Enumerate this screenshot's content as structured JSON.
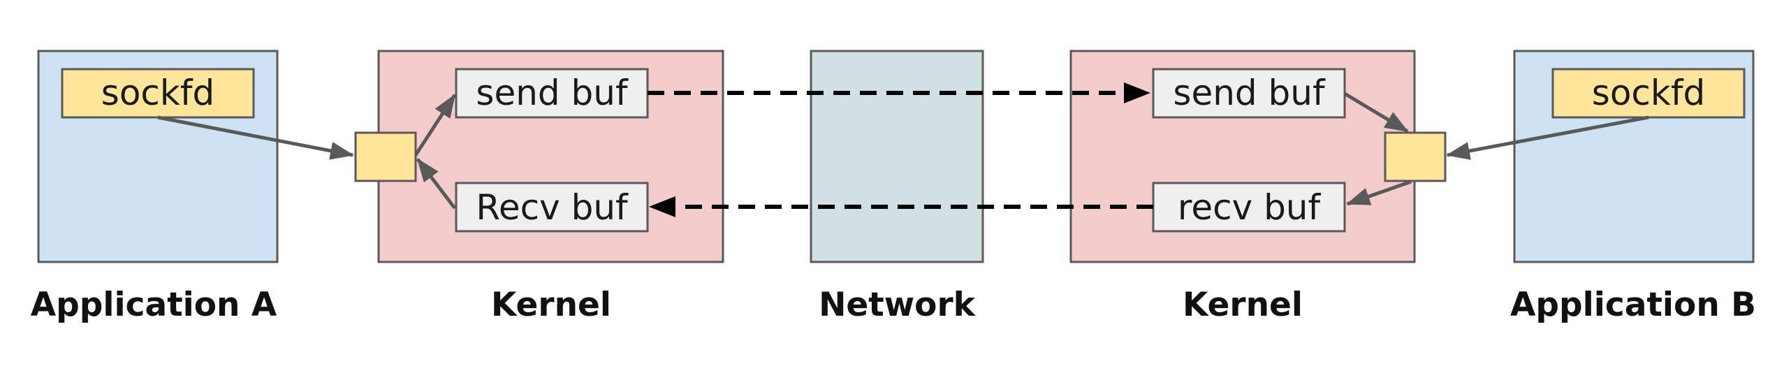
{
  "diagram": {
    "app_a": {
      "label": "Application A",
      "fd_label": "sockfd"
    },
    "kernel_a": {
      "label": "Kernel",
      "send_label": "send buf",
      "recv_label": "Recv buf"
    },
    "network": {
      "label": "Network"
    },
    "kernel_b": {
      "label": "Kernel",
      "send_label": "send buf",
      "recv_label": "recv buf"
    },
    "app_b": {
      "label": "Application B",
      "fd_label": "sockfd"
    },
    "colors": {
      "application": "#cfe2f3",
      "kernel": "#f4cccc",
      "network": "#d0e0e3",
      "fd": "#ffe599",
      "buffer": "#efefef",
      "border": "#595959",
      "arrow": "#595959",
      "dashed_arrow": "#000000"
    }
  }
}
